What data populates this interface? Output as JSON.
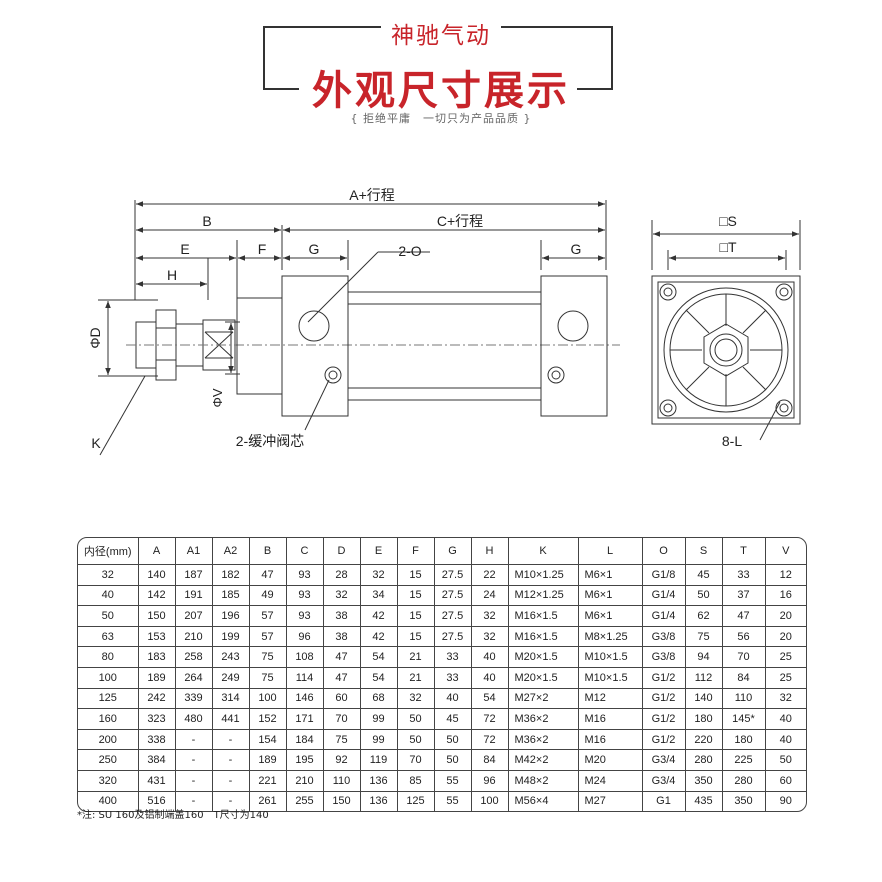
{
  "header": {
    "brand": "神驰气动",
    "title": "外观尺寸展示",
    "slogan": "{ 拒绝平庸　一切只为产品品质 }"
  },
  "drawing": {
    "labels": {
      "a_stroke": "A+行程",
      "b": "B",
      "c_stroke": "C+行程",
      "e": "E",
      "f": "F",
      "g_left": "G",
      "g_right": "G",
      "two_o": "2-O",
      "h": "H",
      "phi_d": "ΦD",
      "phi_v": "ΦV",
      "k": "K",
      "cushion": "2-缓冲阀芯",
      "square_s": "□S",
      "square_t": "□T",
      "eight_l": "8-L"
    }
  },
  "table": {
    "headers": [
      "内径(mm)",
      "A",
      "A1",
      "A2",
      "B",
      "C",
      "D",
      "E",
      "F",
      "G",
      "H",
      "K",
      "L",
      "O",
      "S",
      "T",
      "V"
    ],
    "rows": [
      [
        "32",
        "140",
        "187",
        "182",
        "47",
        "93",
        "28",
        "32",
        "15",
        "27.5",
        "22",
        "M10×1.25",
        "M6×1",
        "G1/8",
        "45",
        "33",
        "12"
      ],
      [
        "40",
        "142",
        "191",
        "185",
        "49",
        "93",
        "32",
        "34",
        "15",
        "27.5",
        "24",
        "M12×1.25",
        "M6×1",
        "G1/4",
        "50",
        "37",
        "16"
      ],
      [
        "50",
        "150",
        "207",
        "196",
        "57",
        "93",
        "38",
        "42",
        "15",
        "27.5",
        "32",
        "M16×1.5",
        "M6×1",
        "G1/4",
        "62",
        "47",
        "20"
      ],
      [
        "63",
        "153",
        "210",
        "199",
        "57",
        "96",
        "38",
        "42",
        "15",
        "27.5",
        "32",
        "M16×1.5",
        "M8×1.25",
        "G3/8",
        "75",
        "56",
        "20"
      ],
      [
        "80",
        "183",
        "258",
        "243",
        "75",
        "108",
        "47",
        "54",
        "21",
        "33",
        "40",
        "M20×1.5",
        "M10×1.5",
        "G3/8",
        "94",
        "70",
        "25"
      ],
      [
        "100",
        "189",
        "264",
        "249",
        "75",
        "114",
        "47",
        "54",
        "21",
        "33",
        "40",
        "M20×1.5",
        "M10×1.5",
        "G1/2",
        "112",
        "84",
        "25"
      ],
      [
        "125",
        "242",
        "339",
        "314",
        "100",
        "146",
        "60",
        "68",
        "32",
        "40",
        "54",
        "M27×2",
        "M12",
        "G1/2",
        "140",
        "110",
        "32"
      ],
      [
        "160",
        "323",
        "480",
        "441",
        "152",
        "171",
        "70",
        "99",
        "50",
        "45",
        "72",
        "M36×2",
        "M16",
        "G1/2",
        "180",
        "145*",
        "40"
      ],
      [
        "200",
        "338",
        "-",
        "-",
        "154",
        "184",
        "75",
        "99",
        "50",
        "50",
        "72",
        "M36×2",
        "M16",
        "G1/2",
        "220",
        "180",
        "40"
      ],
      [
        "250",
        "384",
        "-",
        "-",
        "189",
        "195",
        "92",
        "119",
        "70",
        "50",
        "84",
        "M42×2",
        "M20",
        "G3/4",
        "280",
        "225",
        "50"
      ],
      [
        "320",
        "431",
        "-",
        "-",
        "221",
        "210",
        "110",
        "136",
        "85",
        "55",
        "96",
        "M48×2",
        "M24",
        "G3/4",
        "350",
        "280",
        "60"
      ],
      [
        "400",
        "516",
        "-",
        "-",
        "261",
        "255",
        "150",
        "136",
        "125",
        "55",
        "100",
        "M56×4",
        "M27",
        "G1",
        "435",
        "350",
        "90"
      ]
    ]
  },
  "footnote": "*注: SU 160及铝制端盖160　T尺寸为140"
}
